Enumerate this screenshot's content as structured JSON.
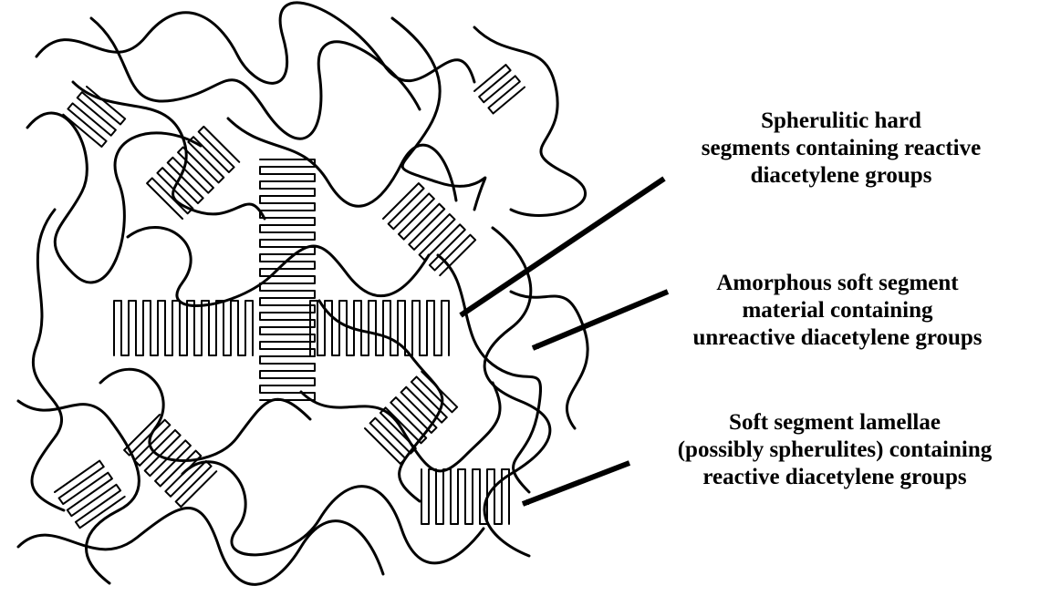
{
  "labels": {
    "hard": [
      "Spherulitic hard",
      "segments containing reactive",
      "diacetylene groups"
    ],
    "amorphous": [
      "Amorphous soft segment",
      "material containing",
      "unreactive diacetylene groups"
    ],
    "soft": [
      "Soft segment lamellae",
      "(possibly spherulites) containing",
      "reactive diacetylene groups"
    ]
  },
  "colors": {
    "ink": "#000000",
    "background": "#ffffff"
  }
}
